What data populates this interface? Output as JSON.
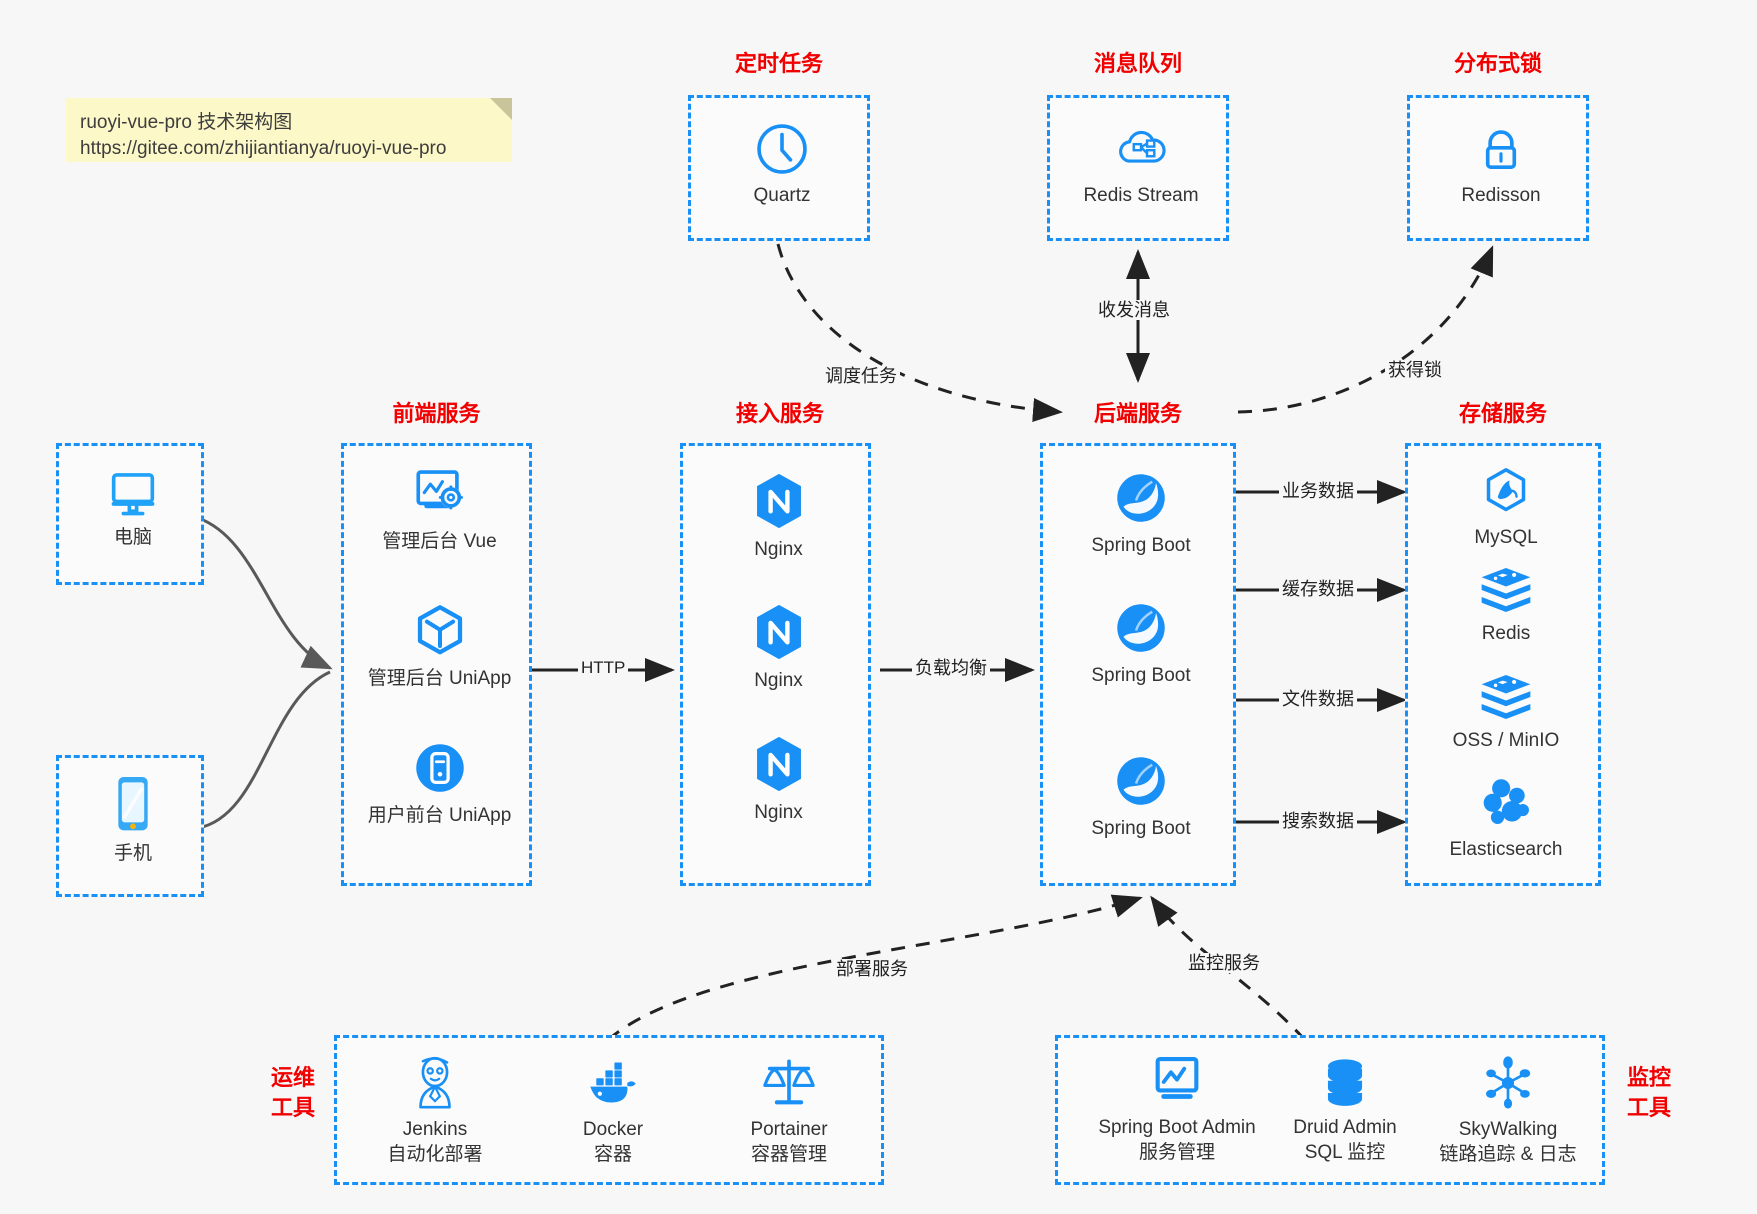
{
  "note": {
    "line1": "ruoyi-vue-pro 技术架构图",
    "line2": "https://gitee.com/zhijiantianya/ruoyi-vue-pro"
  },
  "colors": {
    "accent_blue": "#1890f6",
    "title_red": "#f20000",
    "note_bg": "#fcf8c8",
    "page_bg": "#f7f7f7",
    "edge_black": "#222222",
    "client_edge_gray": "#595959"
  },
  "sections": {
    "scheduled_task": "定时任务",
    "message_queue": "消息队列",
    "distributed_lock": "分布式锁",
    "frontend_service": "前端服务",
    "access_service": "接入服务",
    "backend_service": "后端服务",
    "storage_service": "存储服务",
    "ops_tools_line1": "运维",
    "ops_tools_line2": "工具",
    "monitor_tools_line1": "监控",
    "monitor_tools_line2": "工具"
  },
  "top_nodes": [
    {
      "key": "quartz",
      "label": "Quartz",
      "icon": "clock-icon"
    },
    {
      "key": "redis_stream",
      "label": "Redis Stream",
      "icon": "cloud-stream-icon"
    },
    {
      "key": "redisson",
      "label": "Redisson",
      "icon": "lock-icon"
    }
  ],
  "clients": [
    {
      "key": "pc",
      "label": "电脑",
      "icon": "desktop-monitor-icon"
    },
    {
      "key": "mobile",
      "label": "手机",
      "icon": "smartphone-icon"
    }
  ],
  "frontend_nodes": [
    {
      "key": "admin_vue",
      "label": "管理后台 Vue",
      "icon": "dashboard-settings-icon"
    },
    {
      "key": "admin_uniapp",
      "label": "管理后台 UniApp",
      "icon": "cube-icon"
    },
    {
      "key": "user_uniapp",
      "label": "用户前台 UniApp",
      "icon": "mobile-circle-icon"
    }
  ],
  "access_nodes": [
    {
      "key": "nginx1",
      "label": "Nginx",
      "icon": "nginx-icon"
    },
    {
      "key": "nginx2",
      "label": "Nginx",
      "icon": "nginx-icon"
    },
    {
      "key": "nginx3",
      "label": "Nginx",
      "icon": "nginx-icon"
    }
  ],
  "backend_nodes": [
    {
      "key": "springboot1",
      "label": "Spring Boot",
      "icon": "spring-leaf-icon"
    },
    {
      "key": "springboot2",
      "label": "Spring Boot",
      "icon": "spring-leaf-icon"
    },
    {
      "key": "springboot3",
      "label": "Spring Boot",
      "icon": "spring-leaf-icon"
    }
  ],
  "storage_nodes": [
    {
      "key": "mysql",
      "label": "MySQL",
      "icon": "mysql-dolphin-icon"
    },
    {
      "key": "redis",
      "label": "Redis",
      "icon": "redis-stack-icon"
    },
    {
      "key": "oss_minio",
      "label": "OSS / MinIO",
      "icon": "minio-stack-icon"
    },
    {
      "key": "elasticsearch",
      "label": "Elasticsearch",
      "icon": "elasticsearch-icon"
    }
  ],
  "ops_nodes": [
    {
      "key": "jenkins",
      "label": "Jenkins",
      "sub": "自动化部署",
      "icon": "jenkins-butler-icon"
    },
    {
      "key": "docker",
      "label": "Docker",
      "sub": "容器",
      "icon": "docker-whale-icon"
    },
    {
      "key": "portainer",
      "label": "Portainer",
      "sub": "容器管理",
      "icon": "portainer-scales-icon"
    }
  ],
  "monitor_nodes": [
    {
      "key": "spring_boot_admin",
      "label": "Spring Boot Admin",
      "sub": "服务管理",
      "icon": "monitor-chart-icon"
    },
    {
      "key": "druid_admin",
      "label": "Druid Admin",
      "sub": "SQL 监控",
      "icon": "database-stack-icon"
    },
    {
      "key": "skywalking",
      "label": "SkyWalking",
      "sub": "链路追踪 & 日志",
      "icon": "skywalking-node-icon"
    }
  ],
  "edge_labels": {
    "http": "HTTP",
    "load_balance": "负载均衡",
    "schedule_task": "调度任务",
    "send_receive_message": "收发消息",
    "acquire_lock": "获得锁",
    "business_data": "业务数据",
    "cache_data": "缓存数据",
    "file_data": "文件数据",
    "search_data": "搜索数据",
    "deploy_service": "部署服务",
    "monitor_service": "监控服务"
  }
}
